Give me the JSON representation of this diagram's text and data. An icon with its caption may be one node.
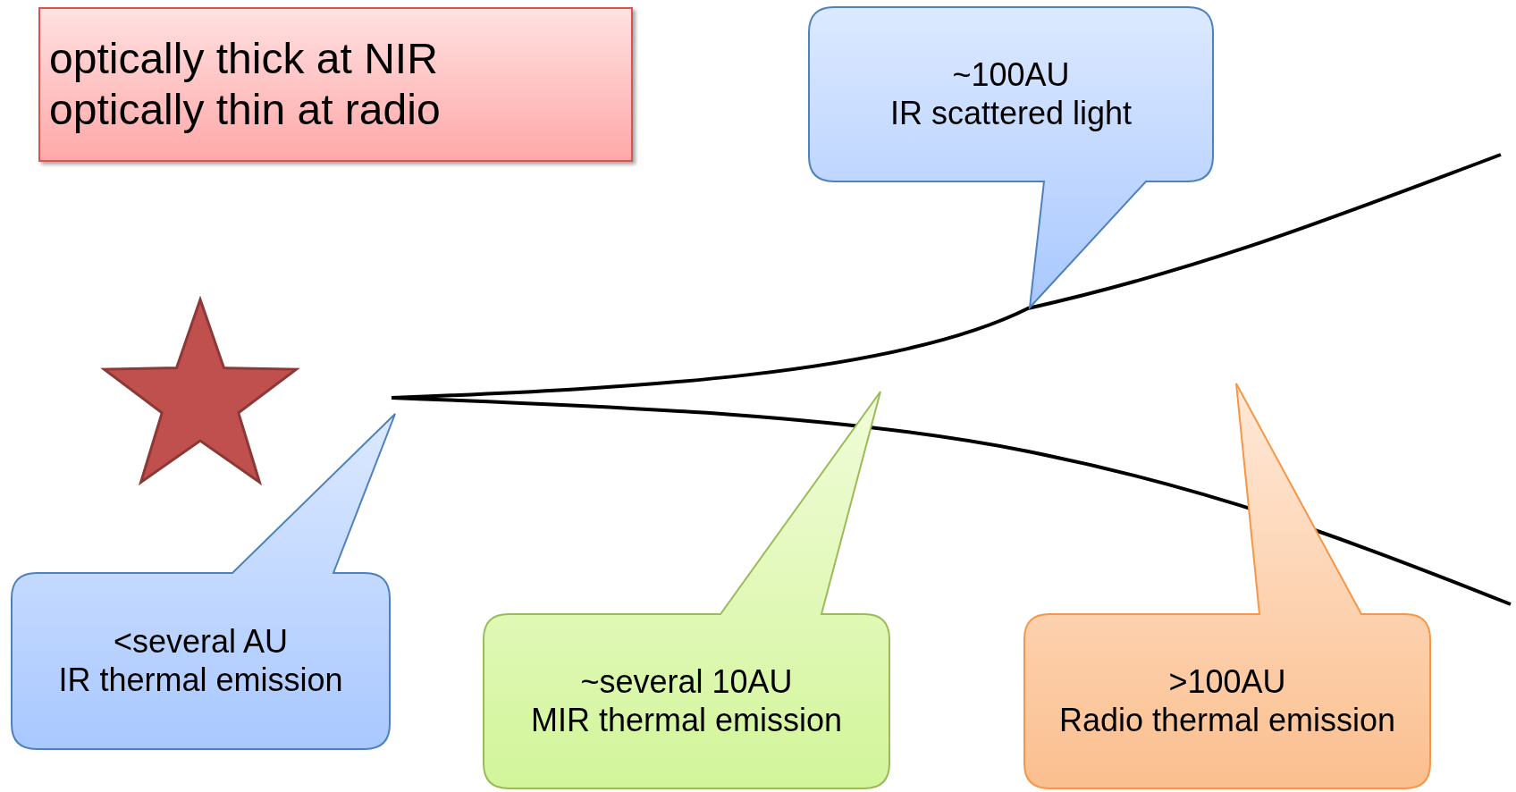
{
  "diagram": {
    "nodes": [
      {
        "text": [
          "optically thick at NIR",
          "optically thin at radio"
        ]
      },
      {
        "text": [
          "~100AU",
          "IR scattered light"
        ]
      },
      {
        "text": [
          "<several AU",
          "IR thermal emission"
        ]
      },
      {
        "text": [
          "~several 10AU",
          "MIR thermal emission"
        ]
      },
      {
        "text": [
          ">100AU",
          "Radio thermal emission"
        ]
      }
    ]
  }
}
